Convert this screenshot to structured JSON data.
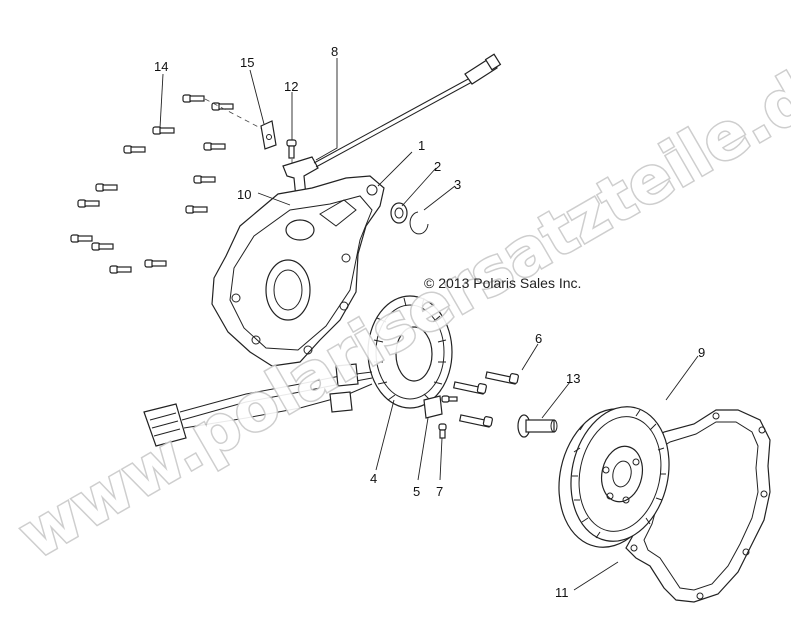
{
  "copyright": "© 2013 Polaris Sales Inc.",
  "watermark": "www.polarisersatzteile.de",
  "callouts": [
    "1",
    "2",
    "3",
    "4",
    "5",
    "6",
    "7",
    "8",
    "9",
    "10",
    "11",
    "12",
    "13",
    "14",
    "15"
  ]
}
